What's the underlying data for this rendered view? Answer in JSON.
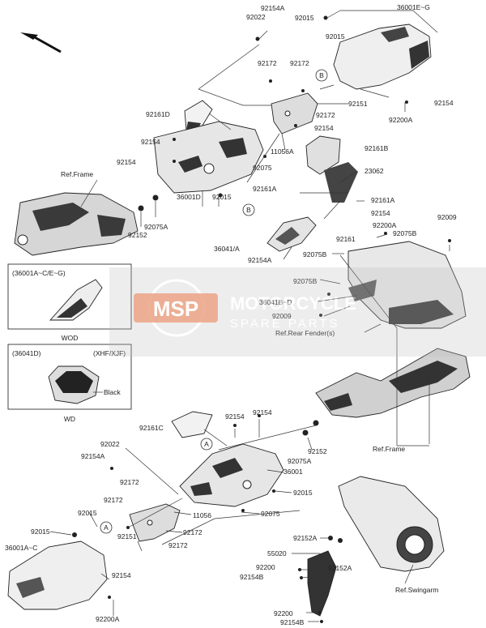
{
  "labels": {
    "l1": "92154A",
    "l2": "92022",
    "l3": "92015",
    "l4": "36001E~G",
    "l5": "92015",
    "l6": "92172",
    "l7": "92172",
    "l8": "92151",
    "l9": "92154",
    "l10": "92172",
    "l11": "92200A",
    "l12": "92161D",
    "l13": "92154",
    "l14": "92154",
    "l15": "11056A",
    "l16": "92161B",
    "l17": "92075",
    "l18": "23062",
    "l19": "Ref.Frame",
    "l20": "92161A",
    "l21": "92161A",
    "l22": "36001D",
    "l23": "92015",
    "l24": "92075A",
    "l25": "92154",
    "l26": "92152",
    "l27": "92161",
    "l28": "92009",
    "l29": "92200A",
    "l30": "36041/A",
    "l31": "92075B",
    "l32": "92075B",
    "l33": "92154A",
    "l34": "92075B",
    "l35": "36041B~D",
    "l36": "92009",
    "l37": "Ref.Rear Fender(s)",
    "l38": "92161C",
    "l39": "92154",
    "l40": "92154",
    "l41": "92022",
    "l42": "92154A",
    "l43": "92152",
    "l44": "36001",
    "l45": "92075A",
    "l46": "92172",
    "l47": "Ref.Frame",
    "l48": "92172",
    "l49": "92015",
    "l50": "11056",
    "l51": "92015",
    "l52": "92015",
    "l53": "92075",
    "l54": "92172",
    "l55": "36001A~C",
    "l56": "92151",
    "l57": "92172",
    "l58": "92152A",
    "l59": "55020",
    "l60": "92152A",
    "l61": "92200",
    "l62": "92154B",
    "l63": "92154",
    "l64": "92200A",
    "l65": "Ref.Swingarm",
    "l66": "92200",
    "l67": "92154B"
  },
  "callouts": {
    "A": "A",
    "B": "B"
  },
  "box1": {
    "title": "(36001A~C/E~G)",
    "caption": "WOD"
  },
  "box2": {
    "title": "(36041D)",
    "variant": "(XHF/XJF)",
    "color": "Black",
    "caption": "WD"
  },
  "watermark": {
    "logo": "MSP",
    "brand": "MOTORCYCLE",
    "sub": "SPARE PARTS"
  },
  "colors": {
    "line": "#333333",
    "part_fill": "#e9e9e9",
    "part_dark": "#2a2a2a",
    "watermark": "#d9541a"
  }
}
